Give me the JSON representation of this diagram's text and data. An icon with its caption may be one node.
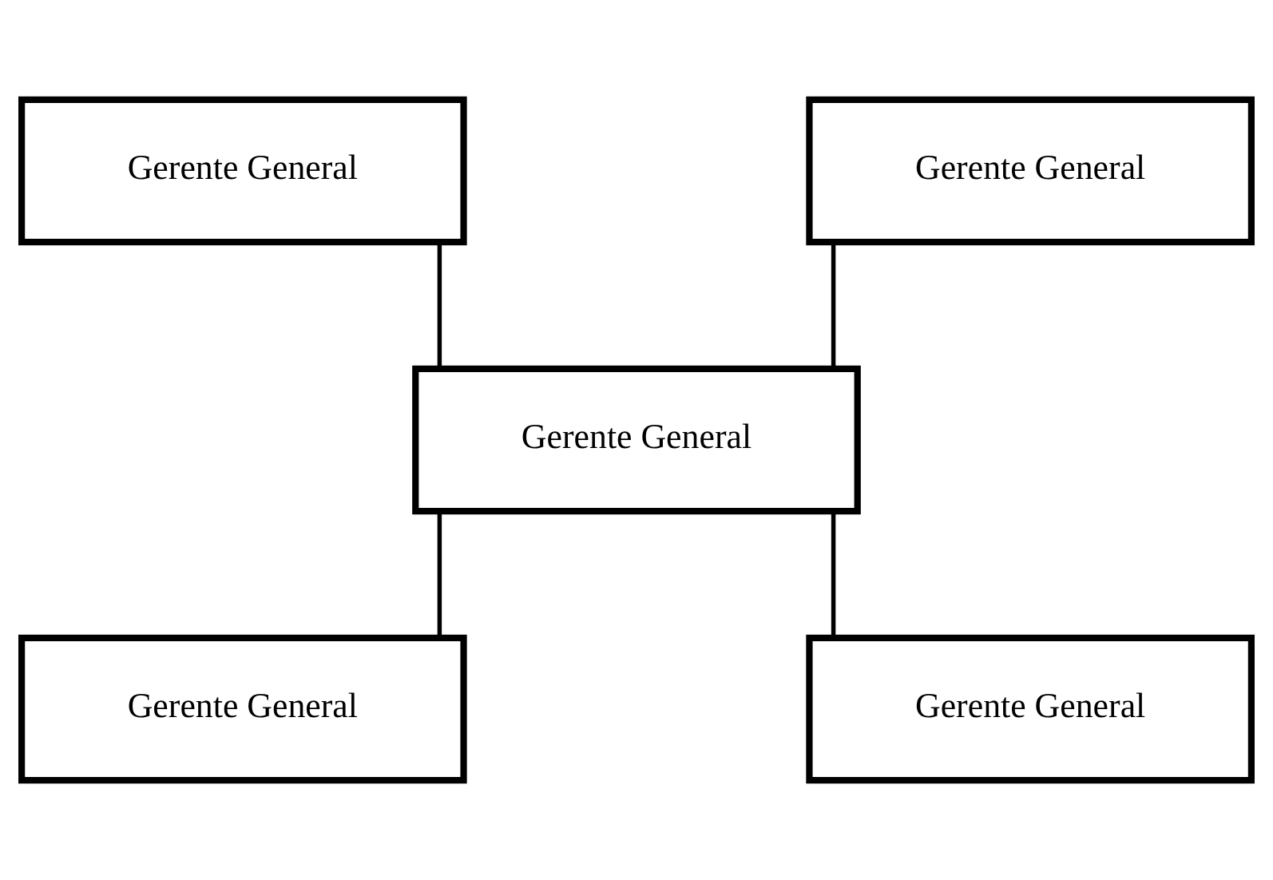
{
  "diagram": {
    "nodes": [
      {
        "text": [
          "Gerente General"
        ]
      },
      {
        "text": [
          "Gerente General"
        ]
      },
      {
        "text": [
          "Gerente General"
        ]
      },
      {
        "text": [
          "Gerente General"
        ]
      },
      {
        "text": [
          "Gerente General"
        ]
      }
    ],
    "edges": [
      {
        "from": 0,
        "to": 2,
        "arrow": "none"
      },
      {
        "from": 1,
        "to": 2,
        "arrow": "none"
      },
      {
        "from": 2,
        "to": 3,
        "arrow": "none"
      },
      {
        "from": 2,
        "to": 4,
        "arrow": "none"
      }
    ]
  }
}
